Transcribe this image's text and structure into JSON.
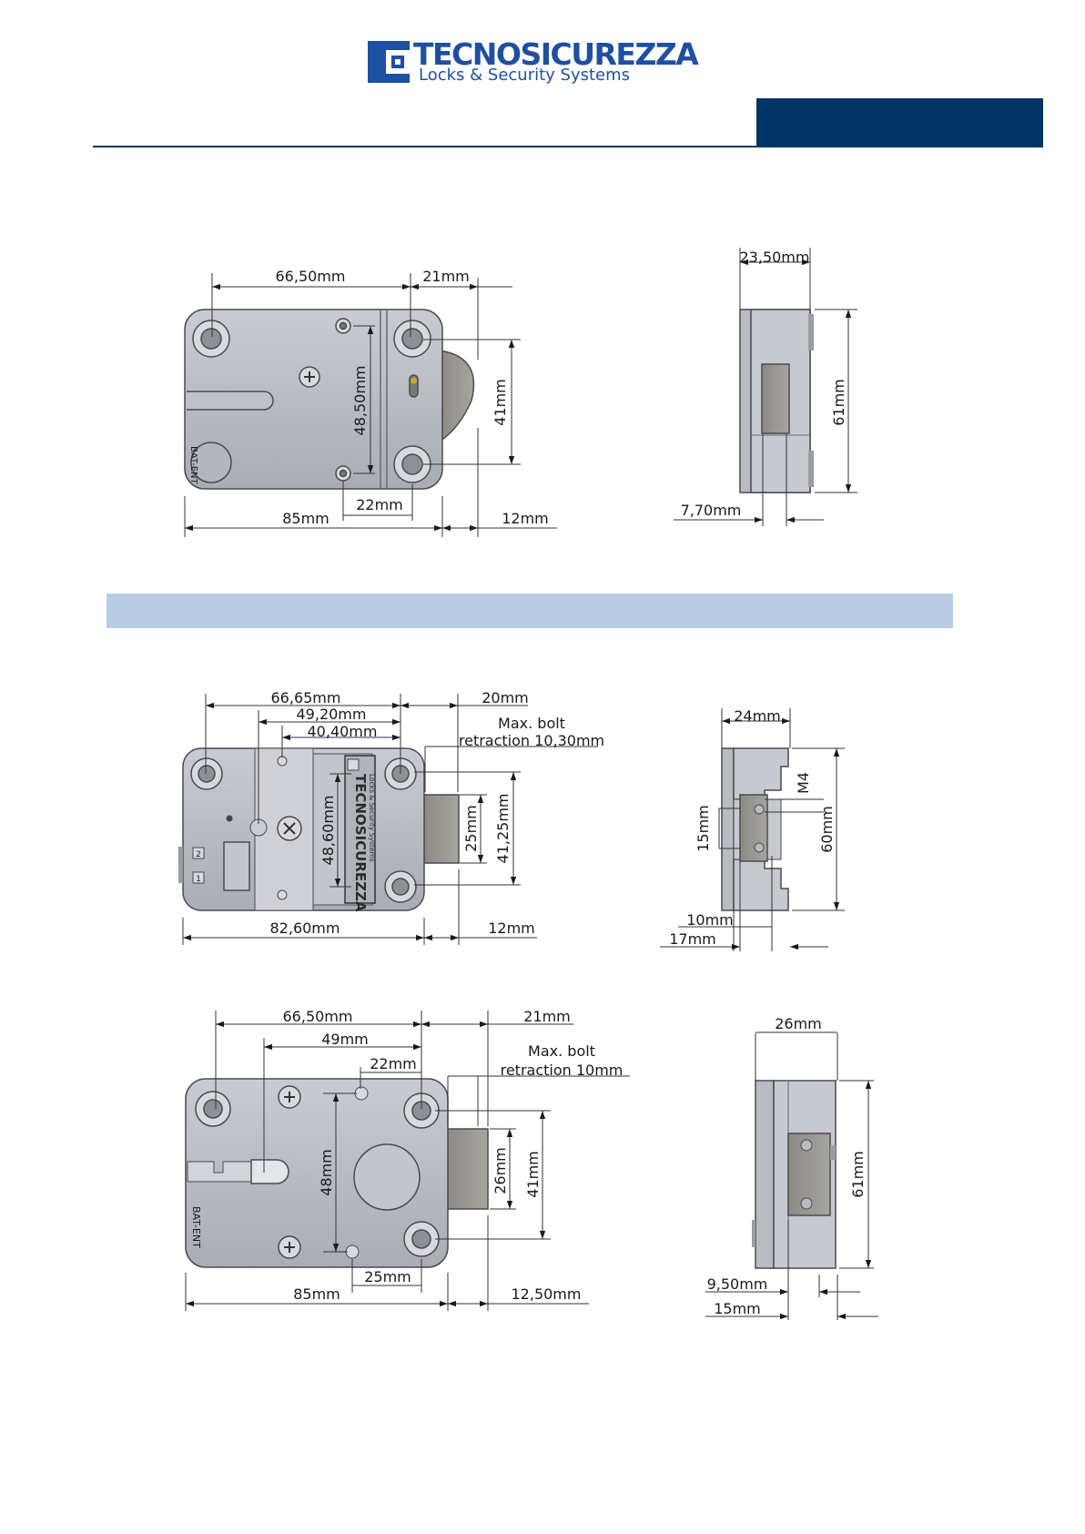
{
  "brand": {
    "name": "TECNOSICUREZZA",
    "tagline": "Locks & Security Systems",
    "color": "#1f4fa0",
    "header_color": "#003366",
    "band_color": "#b8cde4"
  },
  "lock1": {
    "front": {
      "dim_top_span": "66,50mm",
      "dim_bolt_top": "21mm",
      "dim_hole_vertical": "48,50mm",
      "dim_bolt_height": "41mm",
      "dim_hole_spacing": "22mm",
      "dim_width": "85mm",
      "dim_bolt_throw": "12mm",
      "case_label": "BAT-ENT"
    },
    "side": {
      "dim_depth": "23,50mm",
      "dim_height": "61mm",
      "dim_offset": "7,70mm"
    }
  },
  "lock2": {
    "front": {
      "dim_top_span": "66,65mm",
      "dim_span2": "49,20mm",
      "dim_span3": "40,40mm",
      "dim_bolt_top": "20mm",
      "retraction_line1": "Max. bolt",
      "retraction_line2": "retraction 10,30mm",
      "dim_hole_vertical": "48,60mm",
      "dim_bolt_height": "25mm",
      "dim_bolt_span": "41,25mm",
      "dim_width": "82,60mm",
      "dim_bolt_throw": "12mm",
      "plate_brand": "TECNOSICUREZZA",
      "plate_tagline": "Locks & Security Systems",
      "connector_1": "1",
      "connector_2": "2"
    },
    "side": {
      "dim_depth": "24mm",
      "dim_thread": "M4",
      "dim_bolt": "15mm",
      "dim_height": "60mm",
      "dim_offset1": "10mm",
      "dim_offset2": "17mm"
    }
  },
  "lock3": {
    "front": {
      "dim_top_span": "66,50mm",
      "dim_span2": "49mm",
      "dim_span3": "22mm",
      "dim_bolt_top": "21mm",
      "retraction_line1": "Max. bolt",
      "retraction_line2": "retraction 10mm",
      "dim_hole_vertical": "48mm",
      "dim_bolt_height": "26mm",
      "dim_bolt_span": "41mm",
      "dim_hole_spacing": "25mm",
      "dim_width": "85mm",
      "dim_bolt_throw": "12,50mm",
      "case_label": "BAT-ENT"
    },
    "side": {
      "dim_depth": "26mm",
      "dim_height": "61mm",
      "dim_offset1": "9,50mm",
      "dim_offset2": "15mm"
    }
  }
}
